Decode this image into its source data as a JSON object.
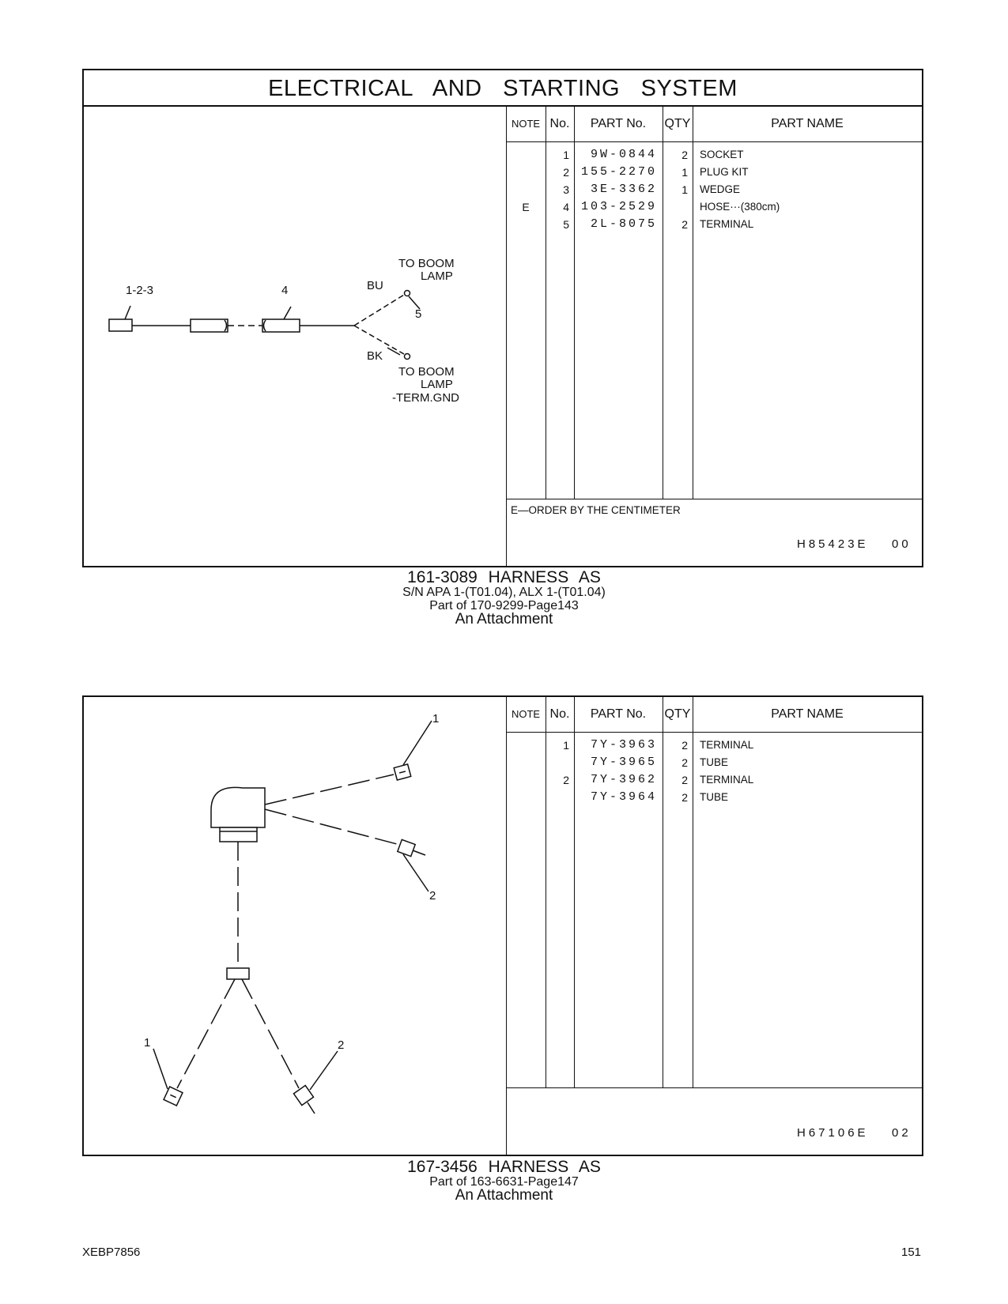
{
  "page": {
    "section_title": "ELECTRICAL AND STARTING SYSTEM",
    "footer_left": "XEBP7856",
    "footer_right": "151"
  },
  "table_headers": {
    "note": "NOTE",
    "no": "No.",
    "part_no": "PART No.",
    "qty": "QTY",
    "part_name": "PART NAME"
  },
  "panel1": {
    "rows": [
      {
        "note": "",
        "no": "1",
        "part_no": "9W-0844",
        "qty": "2",
        "part_name": "SOCKET"
      },
      {
        "note": "",
        "no": "2",
        "part_no": "155-2270",
        "qty": "1",
        "part_name": "PLUG KIT"
      },
      {
        "note": "",
        "no": "3",
        "part_no": "3E-3362",
        "qty": "1",
        "part_name": "WEDGE"
      },
      {
        "note": "E",
        "no": "4",
        "part_no": "103-2529",
        "qty": "",
        "part_name": "HOSE···(380cm)"
      },
      {
        "note": "",
        "no": "5",
        "part_no": "2L-8075",
        "qty": "2",
        "part_name": "TERMINAL"
      }
    ],
    "footnote": "E—ORDER BY THE CENTIMETER",
    "ref_code": "H85423E",
    "ref_rev": "00",
    "diagram_labels": {
      "connector": "1-2-3",
      "hose": "4",
      "bu": "BU",
      "bk": "BK",
      "terminal": "5",
      "to_boom_lamp_1": "TO BOOM",
      "to_boom_lamp_2": "LAMP",
      "to_boom_gnd_1": "TO BOOM",
      "to_boom_gnd_2": "LAMP",
      "to_boom_gnd_3": "-TERM.GND"
    },
    "caption_main": "161-3089 HARNESS AS",
    "caption_sn": "S/N APA 1-(T01.04), ALX 1-(T01.04)",
    "caption_part_of": "Part of 170-9299-Page143",
    "caption_attachment": "An Attachment"
  },
  "panel2": {
    "rows": [
      {
        "note": "",
        "no": "1",
        "part_no": "7Y-3963",
        "qty": "2",
        "part_name": "TERMINAL"
      },
      {
        "note": "",
        "no": "",
        "part_no": "7Y-3965",
        "qty": "2",
        "part_name": "TUBE"
      },
      {
        "note": "",
        "no": "2",
        "part_no": "7Y-3962",
        "qty": "2",
        "part_name": "TERMINAL"
      },
      {
        "note": "",
        "no": "",
        "part_no": "7Y-3964",
        "qty": "2",
        "part_name": "TUBE"
      }
    ],
    "ref_code": "H67106E",
    "ref_rev": "02",
    "diagram_labels": {
      "top_1": "1",
      "top_2": "2",
      "bottom_1": "1",
      "bottom_2": "2"
    },
    "caption_main": "167-3456 HARNESS AS",
    "caption_part_of": "Part of 163-6631-Page147",
    "caption_attachment": "An Attachment"
  }
}
